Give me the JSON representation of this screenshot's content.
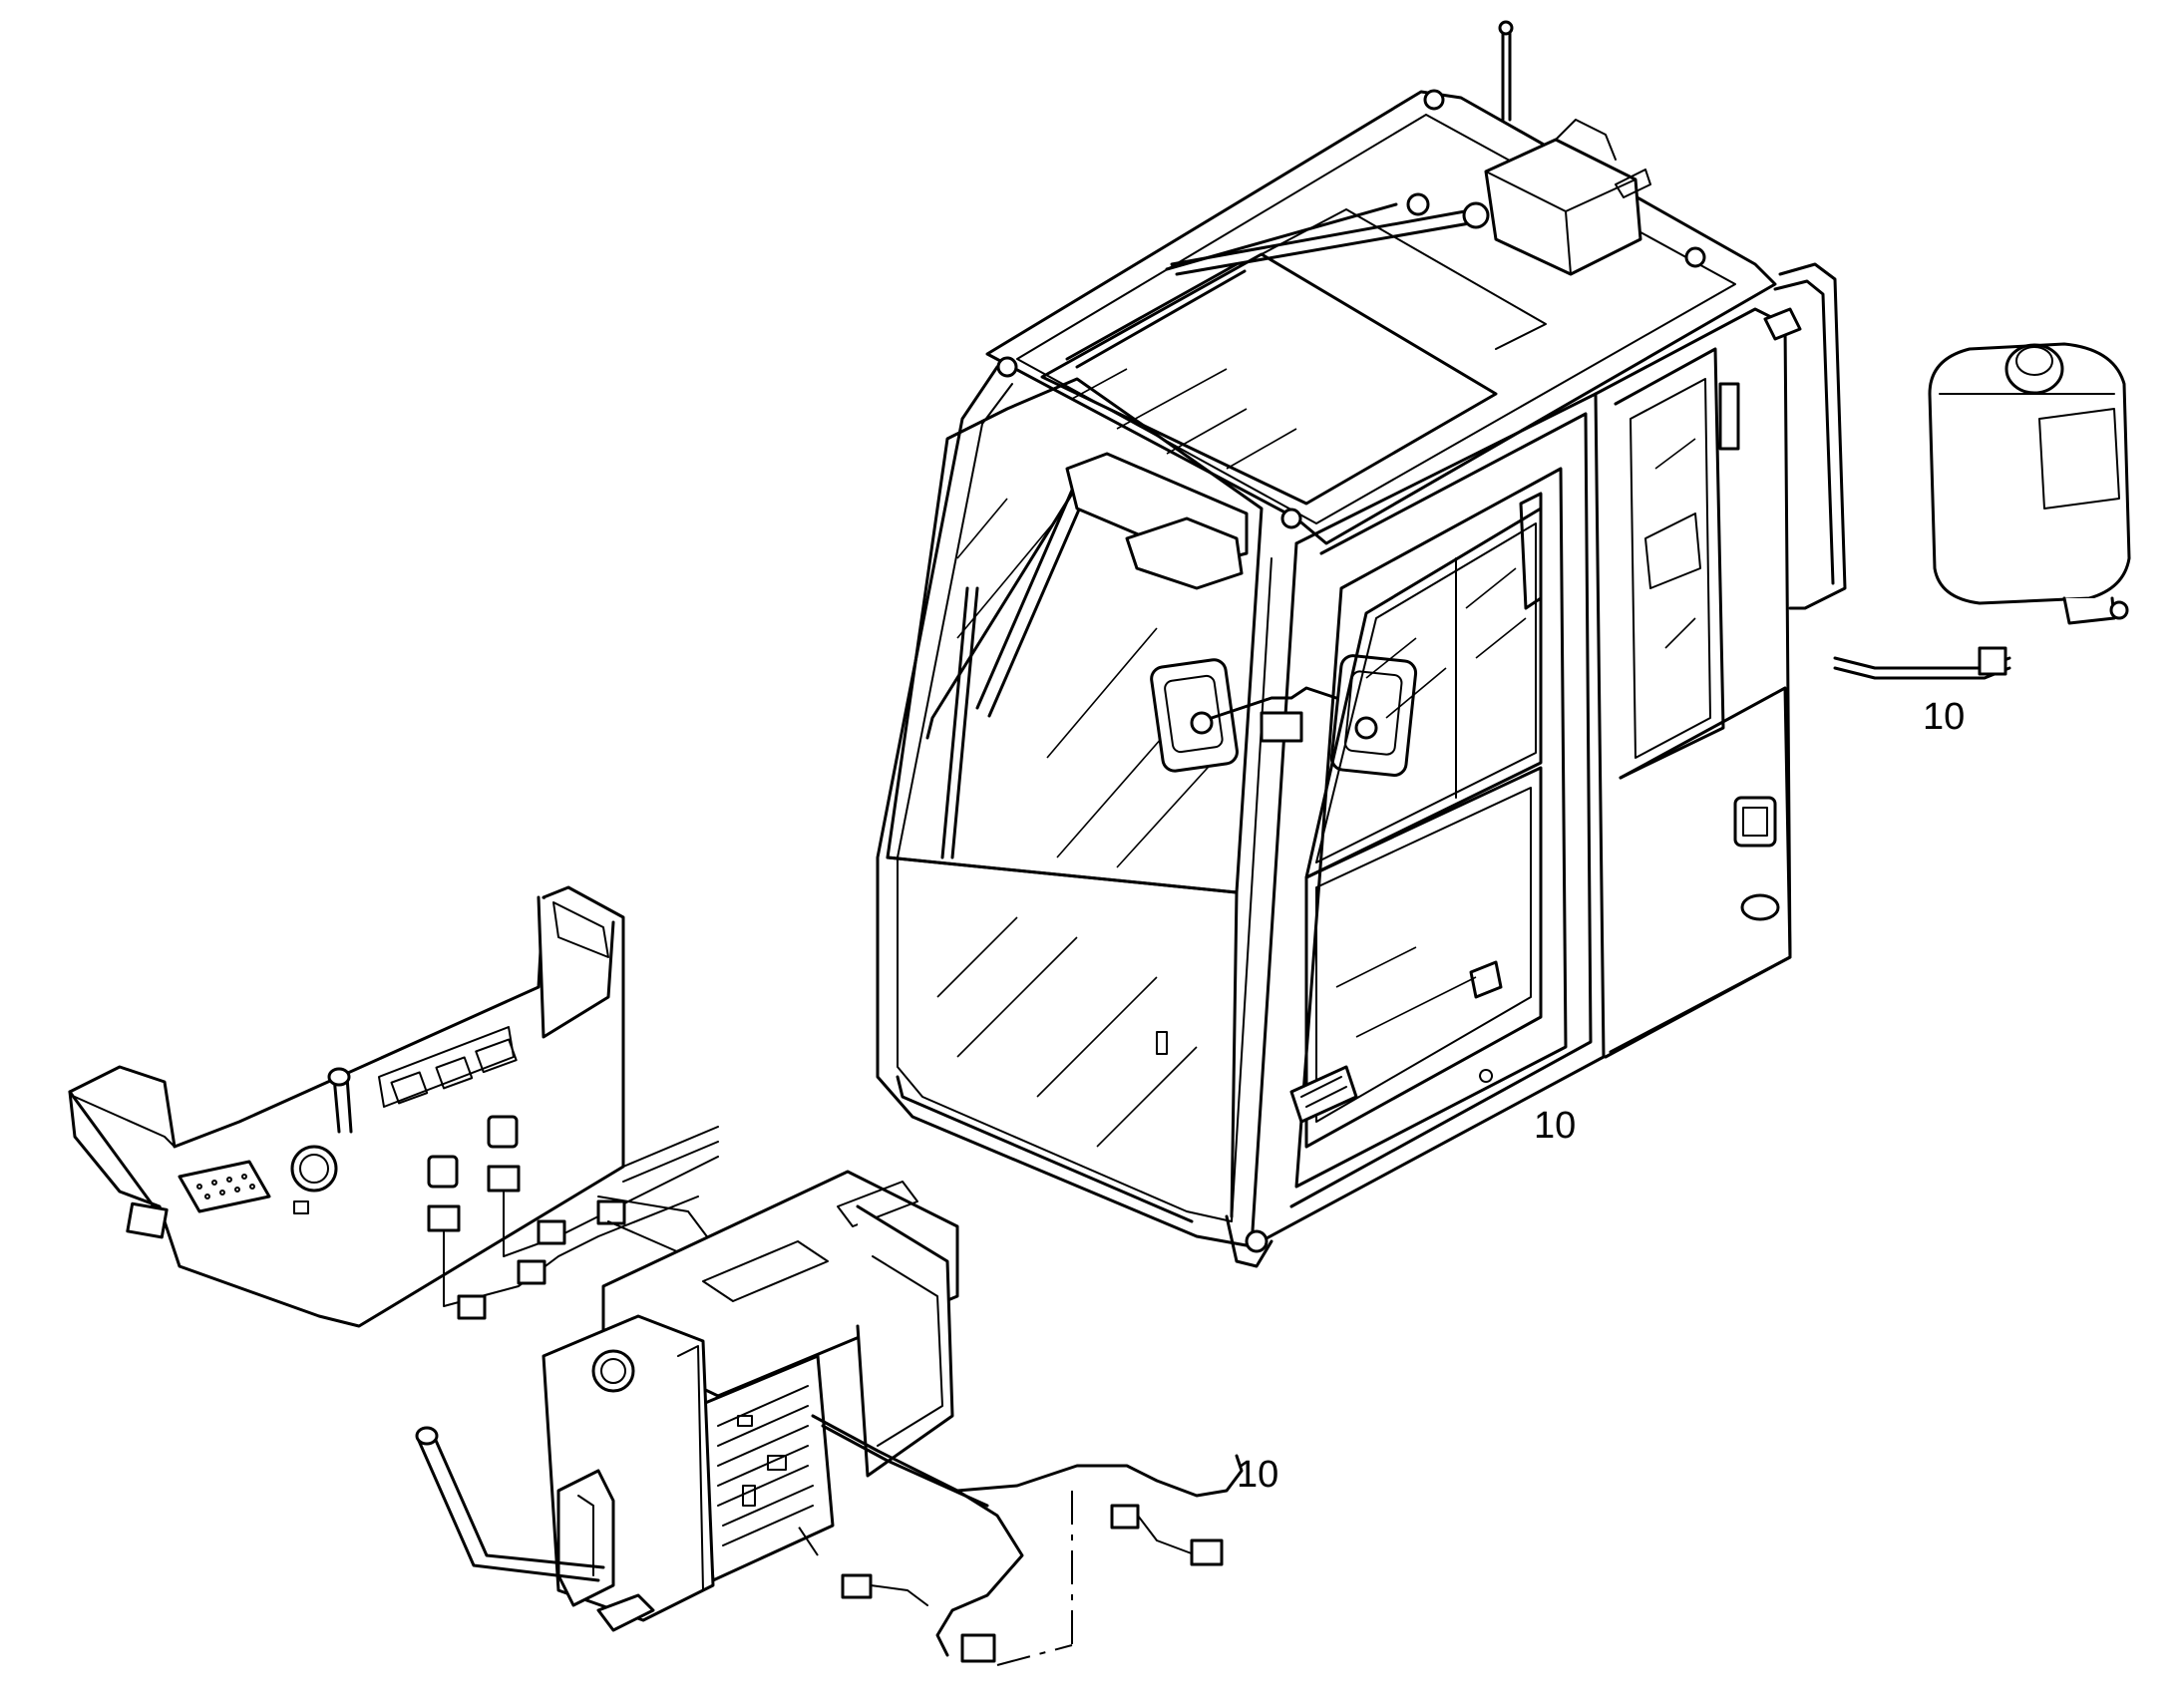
{
  "callouts": {
    "washer_tank": "10",
    "cab": "10",
    "console_harness": "10"
  },
  "colors": {
    "line": "#000000",
    "background": "#ffffff"
  }
}
